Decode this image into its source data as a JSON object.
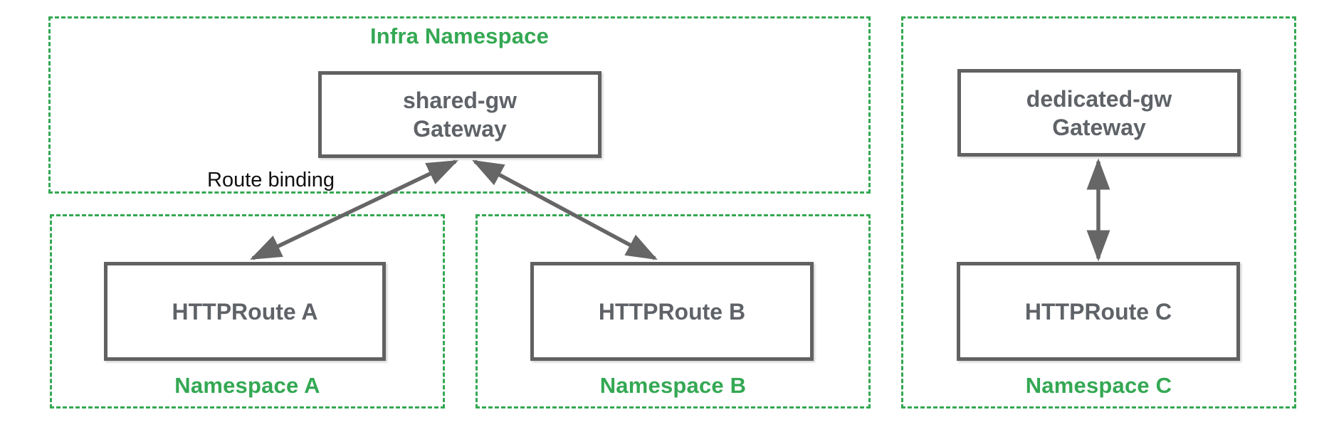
{
  "namespaces": {
    "infra": {
      "label": "Infra Namespace"
    },
    "a": {
      "label": "Namespace A"
    },
    "b": {
      "label": "Namespace B"
    },
    "c": {
      "label": "Namespace C"
    }
  },
  "nodes": {
    "shared_gateway": {
      "name": "shared-gw",
      "type": "Gateway"
    },
    "dedicated_gateway": {
      "name": "dedicated-gw",
      "type": "Gateway"
    },
    "route_a": {
      "label": "HTTPRoute A"
    },
    "route_b": {
      "label": "HTTPRoute B"
    },
    "route_c": {
      "label": "HTTPRoute C"
    }
  },
  "annotations": {
    "route_binding": "Route binding"
  },
  "edges": [
    {
      "from": "HTTPRoute A",
      "to": "shared-gw Gateway",
      "label": "Route binding",
      "arrows": "both"
    },
    {
      "from": "HTTPRoute B",
      "to": "shared-gw Gateway",
      "label": "",
      "arrows": "both"
    },
    {
      "from": "HTTPRoute C",
      "to": "dedicated-gw Gateway",
      "label": "",
      "arrows": "both"
    }
  ],
  "colors": {
    "namespace_green": "#34A853",
    "node_border_gray": "#616161",
    "node_text_gray": "#5F6368",
    "arrow_gray": "#666666",
    "annotation_black": "#111111"
  }
}
